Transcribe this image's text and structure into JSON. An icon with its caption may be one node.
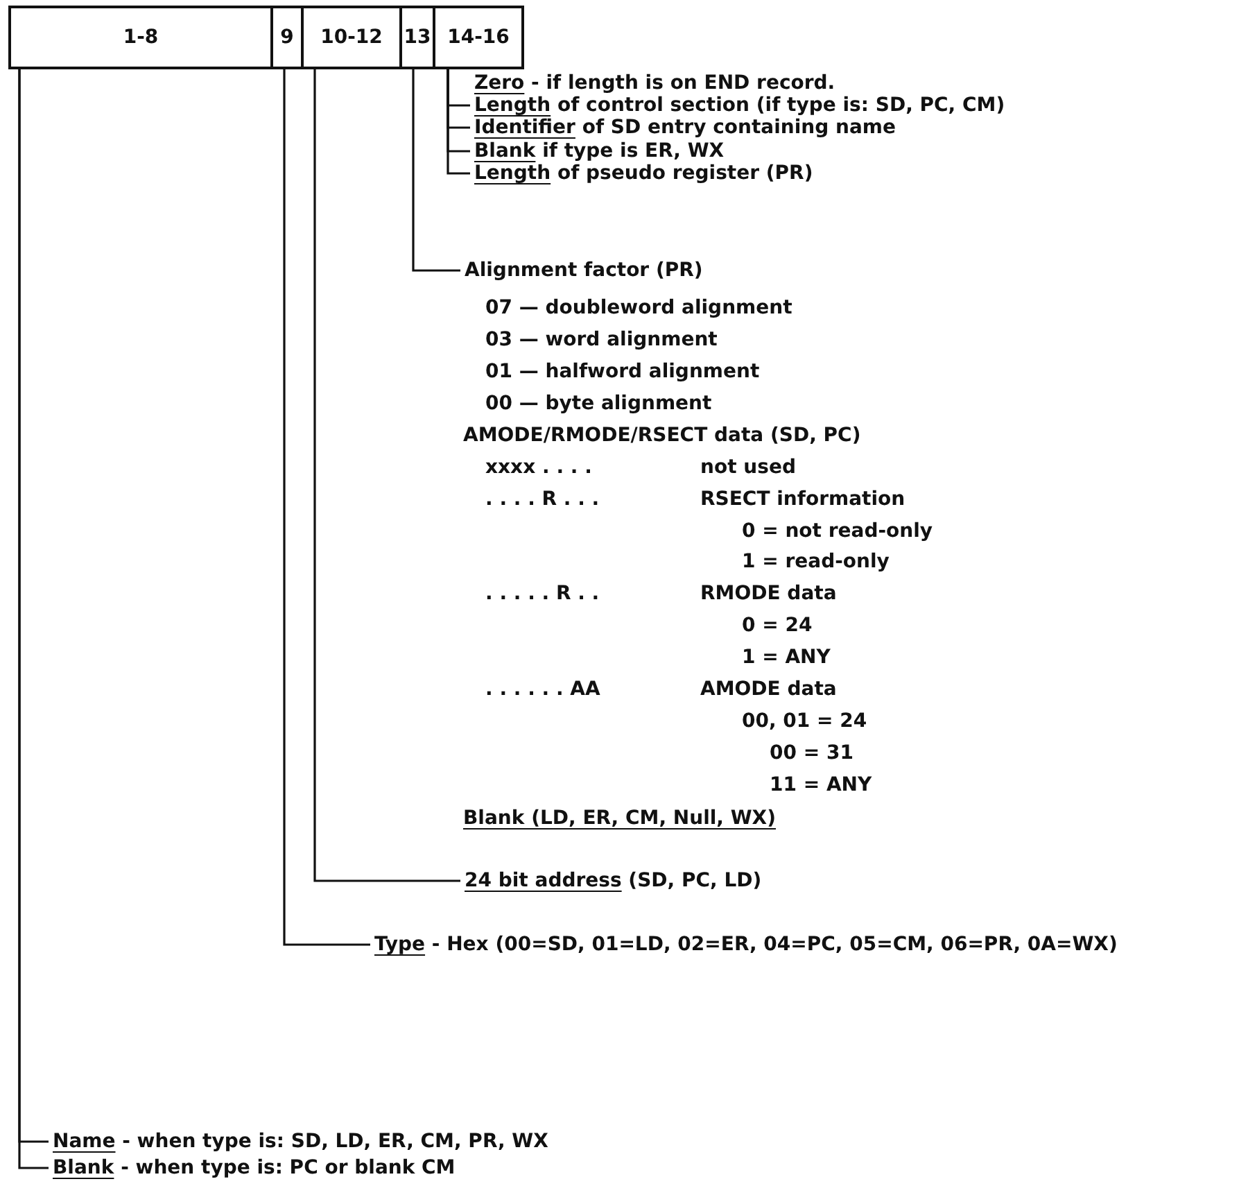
{
  "diagram": {
    "nodes": [
      {
        "text": [
          "1-8"
        ]
      },
      {
        "text": [
          "9"
        ]
      },
      {
        "text": [
          "10-12"
        ]
      },
      {
        "text": [
          "13"
        ]
      },
      {
        "text": [
          "14-16"
        ]
      },
      {
        "text": [
          "Length of control section (if type is: SD, PC, CM)"
        ]
      },
      {
        "text": [
          "Identifier of SD entry containing name"
        ]
      },
      {
        "text": [
          "Blank if type is ER, WX"
        ]
      },
      {
        "text": [
          "Length of pseudo register (PR)"
        ]
      },
      {
        "text": [
          "Alignment factor (PR)"
        ]
      },
      {
        "text": [
          "24 bit address (SD, PC, LD)"
        ]
      },
      {
        "text": [
          "Type - Hex (00=SD, 01=LD, 02=ER, 04=PC, 05=CM, 06=PR, 0A=WX)"
        ]
      },
      {
        "text": [
          "Name - when type is: SD, LD, ER, CM, PR, WX"
        ]
      },
      {
        "text": [
          "Blank - when type is: PC or blank CM"
        ]
      }
    ],
    "edges": [
      {
        "from": 4,
        "to": 5,
        "arrow": "none"
      },
      {
        "from": 4,
        "to": 6,
        "arrow": "none"
      },
      {
        "from": 4,
        "to": 7,
        "arrow": "none"
      },
      {
        "from": 4,
        "to": 8,
        "arrow": "none"
      },
      {
        "from": 3,
        "to": 9,
        "arrow": "none"
      },
      {
        "from": 2,
        "to": 10,
        "arrow": "none"
      },
      {
        "from": 1,
        "to": 11,
        "arrow": "none"
      },
      {
        "from": 0,
        "to": 12,
        "arrow": "none"
      },
      {
        "from": 0,
        "to": 13,
        "arrow": "none"
      }
    ],
    "labels": [
      "Zero - if length is on END record.",
      "07 — doubleword alignment",
      "03 — word alignment",
      "01 — halfword alignment",
      "00 — byte alignment",
      "AMODE/RMODE/RSECT data (SD, PC)",
      "xxxx . . . .",
      "not used",
      ". . . . R . . .",
      "RSECT information",
      "0 = not read-only",
      "1 = read-only",
      ". . . . . R . .",
      "RMODE data",
      "0 = 24",
      "1 = ANY",
      ". . . . . . AA",
      "AMODE data",
      "00, 01 = 24",
      "00 = 31",
      "11 = ANY",
      "Blank (LD, ER, CM, Null, WX)"
    ]
  }
}
